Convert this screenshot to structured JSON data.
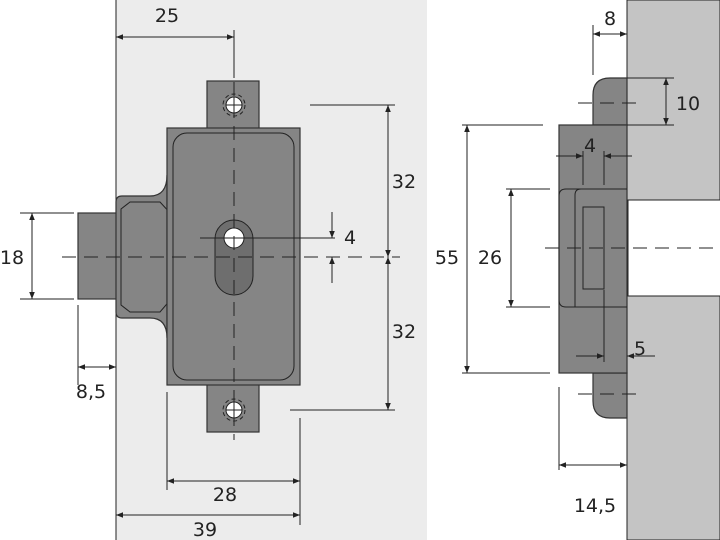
{
  "title": "Lock dimension drawing",
  "front_view": {
    "dimensions": {
      "width_to_center": "25",
      "upper_screw_distance": "32",
      "lower_screw_distance": "32",
      "slot_offset": "4",
      "cylinder_height": "18",
      "cylinder_projection": "8,5",
      "body_width": "28",
      "overall_width": "39"
    }
  },
  "side_view": {
    "dimensions": {
      "flange_depth": "8",
      "flange_height": "10",
      "bolt_width": "4",
      "body_height": "55",
      "bolt_height": "26",
      "bolt_offset": "5",
      "overall_depth": "14,5"
    }
  },
  "colors": {
    "panel": "#ececec",
    "wall": "#c4c4c4",
    "part": "#858585",
    "line": "#222222"
  }
}
